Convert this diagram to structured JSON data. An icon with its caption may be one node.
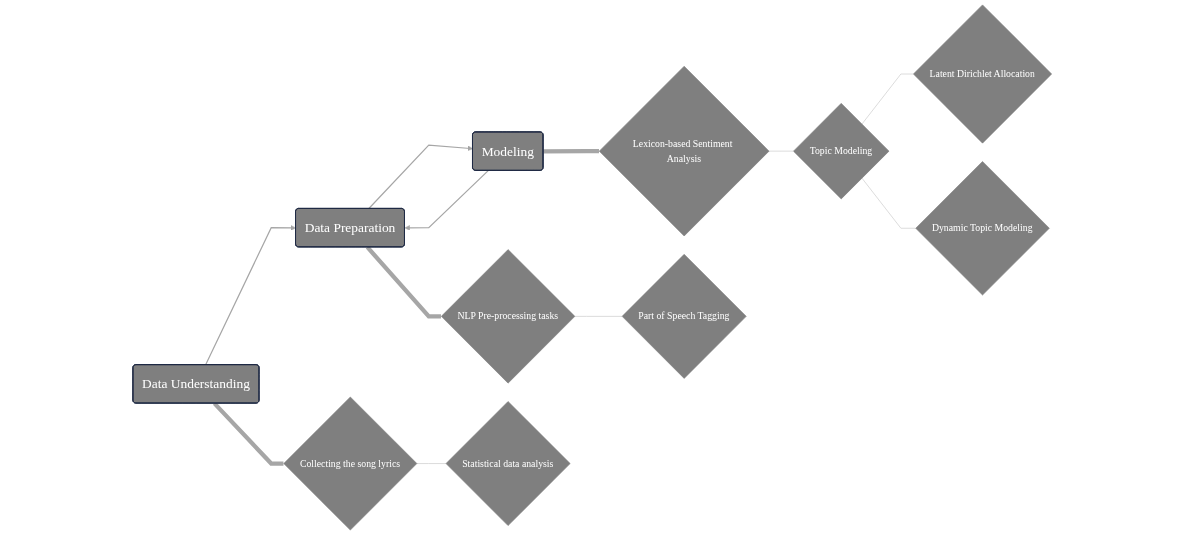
{
  "diagram": {
    "nodes": [
      {
        "text": [
          "Data Understanding"
        ]
      },
      {
        "text": [
          "Data Preparation"
        ]
      },
      {
        "text": [
          "Modeling"
        ]
      },
      {
        "text": [
          "Collecting the song lyrics"
        ]
      },
      {
        "text": [
          "Statistical data analysis"
        ]
      },
      {
        "text": [
          "NLP Pre-processing tasks"
        ]
      },
      {
        "text": [
          "Part of Speech Tagging"
        ]
      },
      {
        "text": [
          "Lexicon-based Sentiment Analysis"
        ]
      },
      {
        "text": [
          "Topic Modeling"
        ]
      },
      {
        "text": [
          "Latent Dirichlet Allocation"
        ]
      },
      {
        "text": [
          "Dynamic Topic Modeling"
        ]
      }
    ],
    "edges": [
      {
        "from": 0,
        "to": 1,
        "arrow": "to"
      },
      {
        "from": 1,
        "to": 2,
        "arrow": "to"
      },
      {
        "from": 2,
        "to": 1,
        "arrow": "to"
      },
      {
        "from": 0,
        "to": 3,
        "arrow": "none",
        "style": "thick"
      },
      {
        "from": 3,
        "to": 4,
        "arrow": "none",
        "color": "#d9d9d9"
      },
      {
        "from": 1,
        "to": 5,
        "arrow": "none",
        "style": "thick"
      },
      {
        "from": 5,
        "to": 6,
        "arrow": "none",
        "color": "#d9d9d9"
      },
      {
        "from": 2,
        "to": 7,
        "arrow": "none",
        "style": "thick"
      },
      {
        "from": 7,
        "to": 8,
        "arrow": "none",
        "color": "#d9d9d9"
      },
      {
        "from": 8,
        "to": 9,
        "arrow": "none",
        "color": "#d9d9d9"
      },
      {
        "from": 8,
        "to": 10,
        "arrow": "none",
        "color": "#d9d9d9"
      }
    ]
  }
}
